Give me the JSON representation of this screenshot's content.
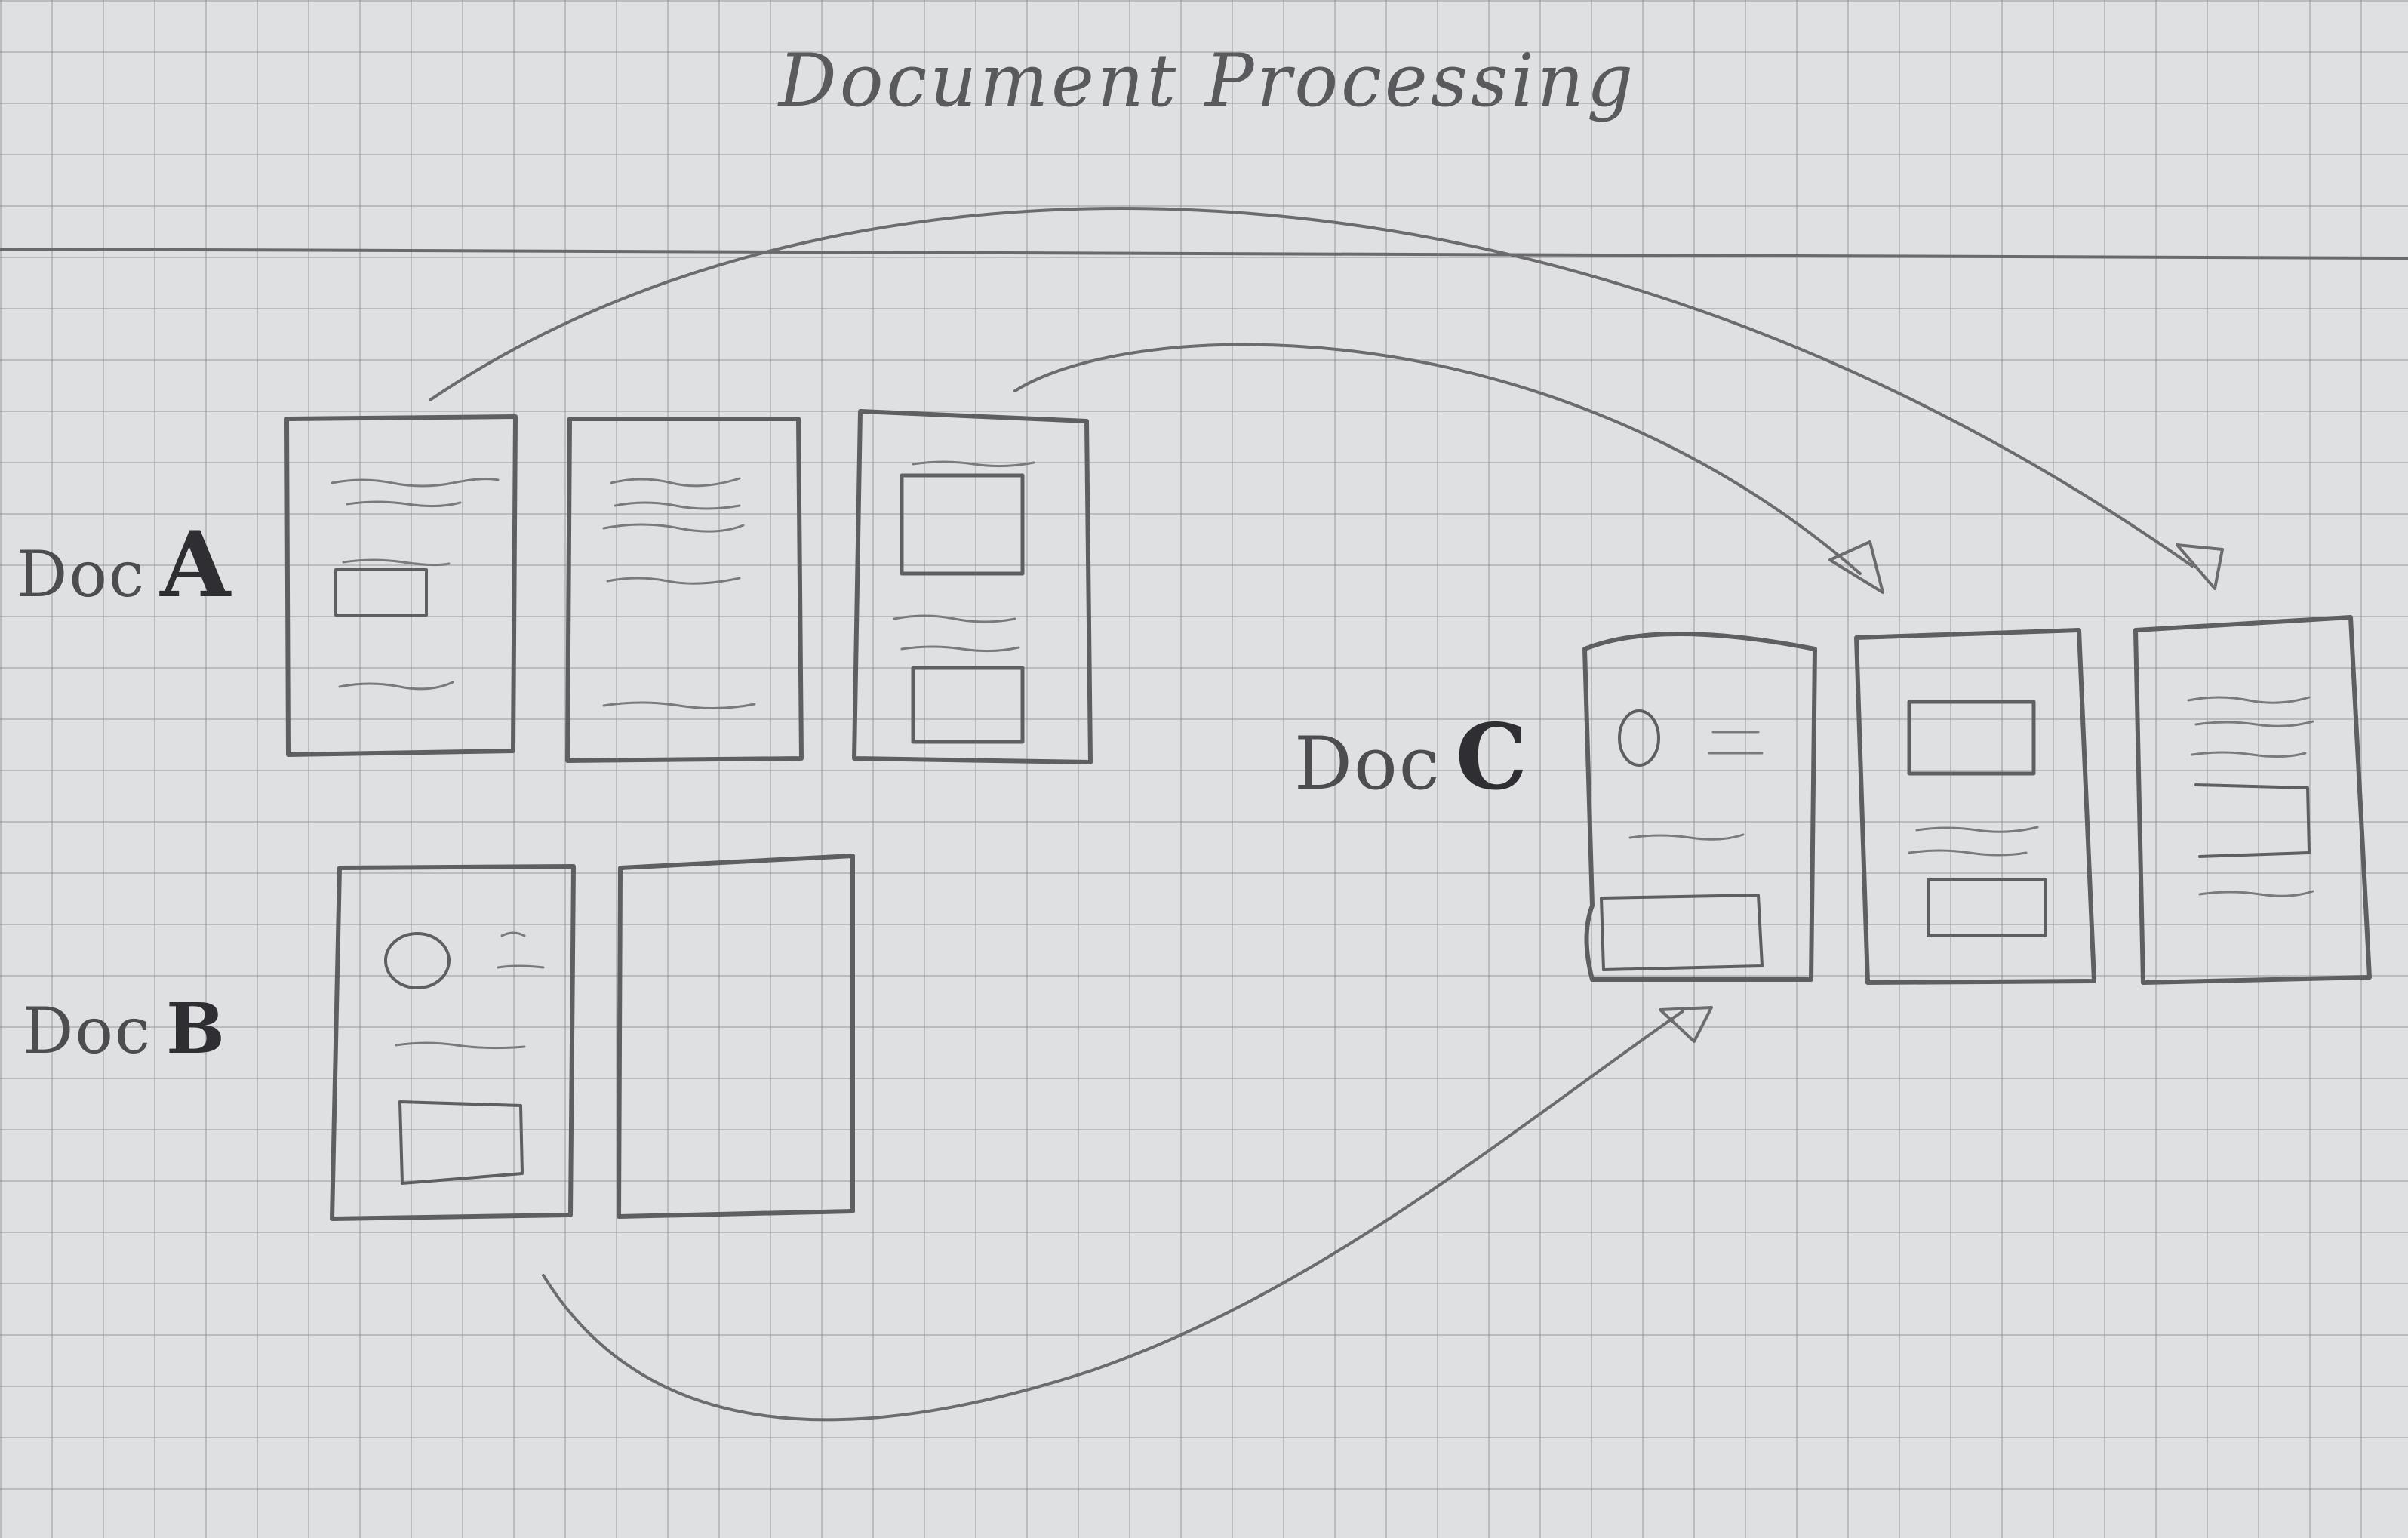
{
  "title": "Document Processing",
  "docs": {
    "a": {
      "prefix": "Doc",
      "letter": "A"
    },
    "b": {
      "prefix": "Doc",
      "letter": "B"
    },
    "c": {
      "prefix": "Doc",
      "letter": "C"
    }
  },
  "colors": {
    "paper": "#dfe0e2",
    "pencil": "#5f5f63"
  }
}
